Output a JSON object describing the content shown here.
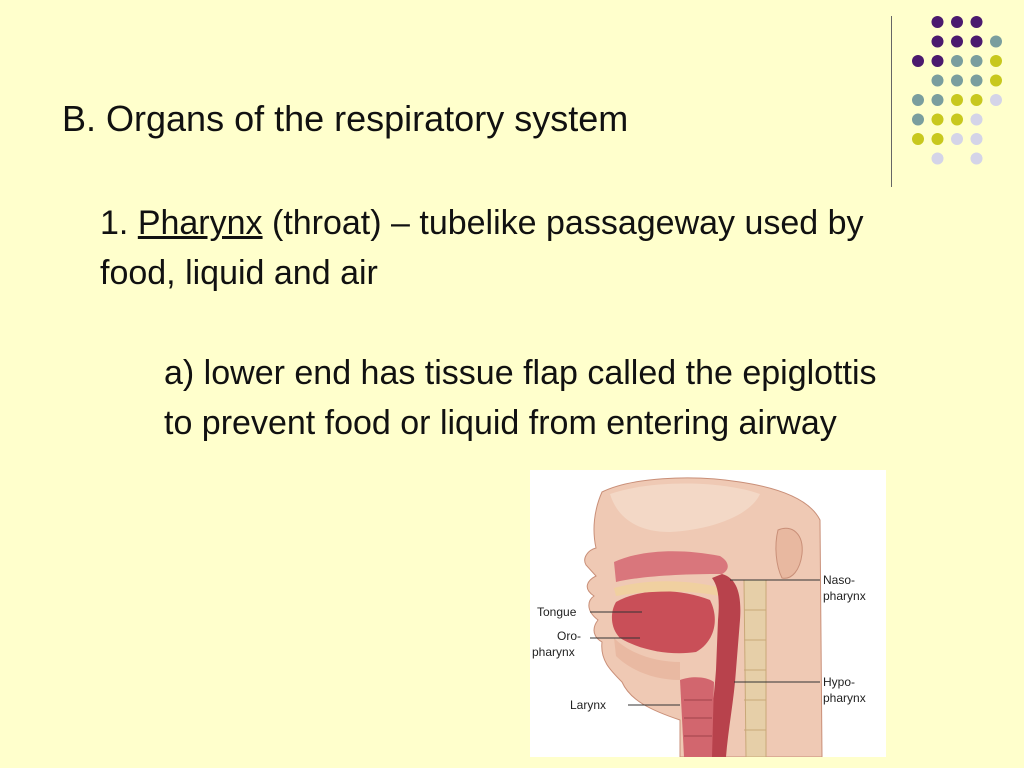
{
  "slide": {
    "title": "B. Organs of the respiratory system",
    "point": {
      "number": "1. ",
      "term": "Pharynx",
      "rest": " (throat) – tubelike passageway used by food, liquid and air"
    },
    "sub_point": "a) lower end has tissue flap called the epiglottis to prevent food or liquid from entering airway"
  },
  "figure": {
    "labels": {
      "naso": "Naso-",
      "naso_2": "pharynx",
      "tongue": "Tongue",
      "oro": "Oro-",
      "oro_2": "pharynx",
      "hypo": "Hypo-",
      "hypo_2": "pharynx",
      "larynx": "Larynx"
    }
  },
  "colors": {
    "background": "#ffffcc",
    "dot_purple": "#4b1a6e",
    "dot_teal": "#7a9e9e",
    "dot_yellow": "#c8c81e",
    "dot_lavender": "#d4d4e8"
  }
}
